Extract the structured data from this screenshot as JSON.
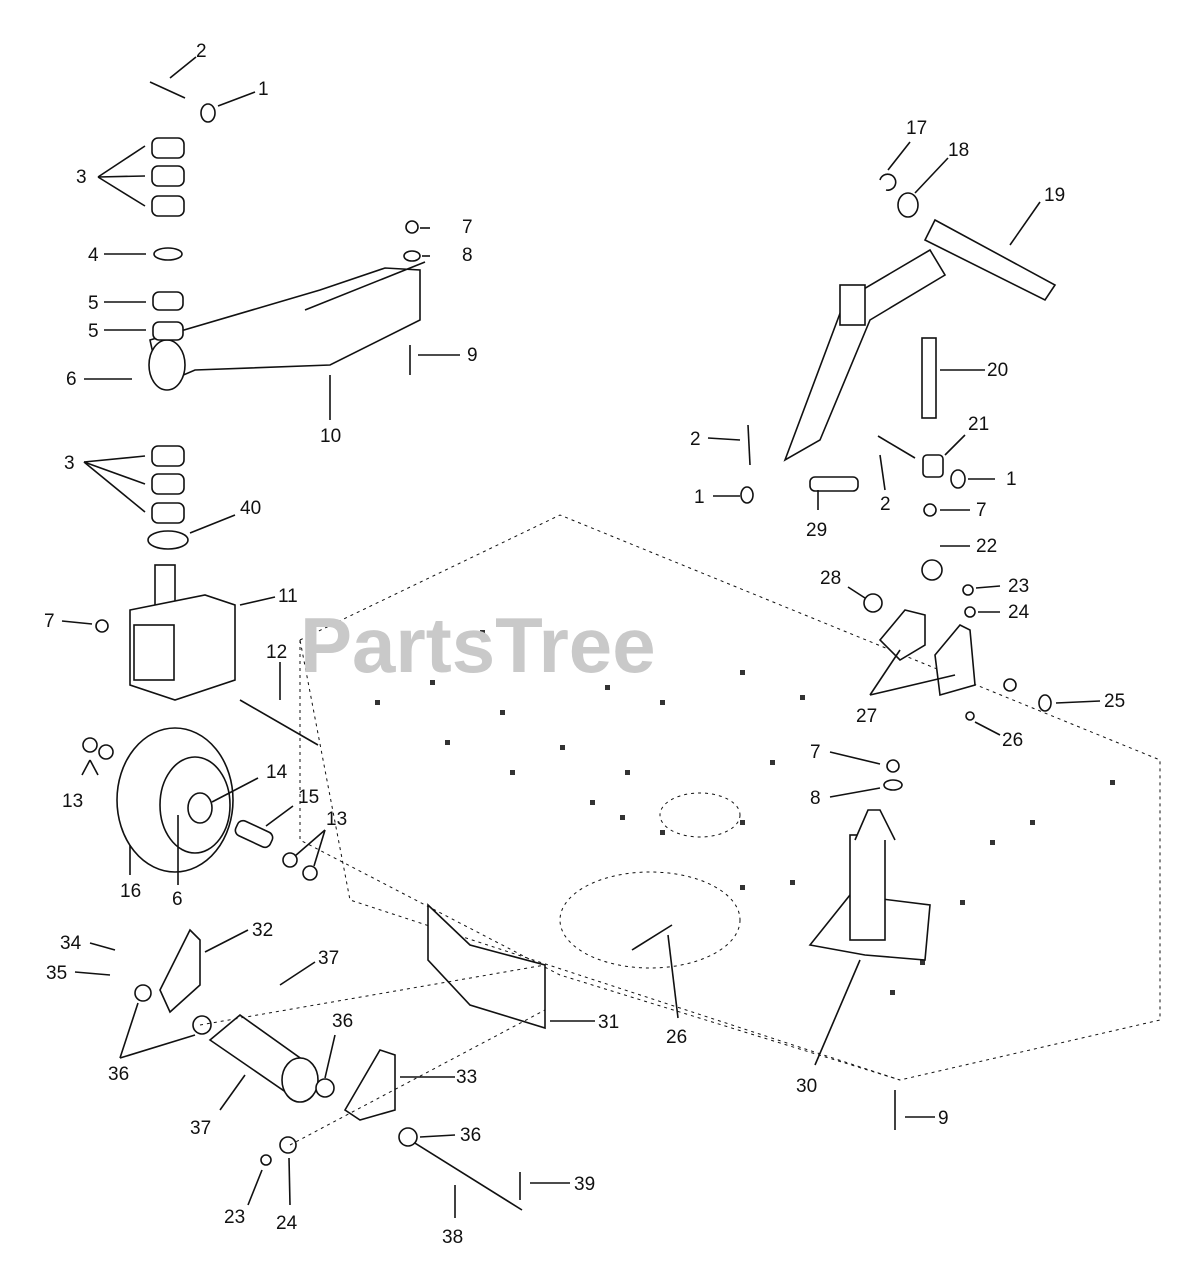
{
  "watermark": "PartsTree",
  "labels": {
    "l1a": "1",
    "l1b": "1",
    "l1c": "1",
    "l2a": "2",
    "l2b": "2",
    "l2c": "2",
    "l3a": "3",
    "l3b": "3",
    "l4": "4",
    "l5a": "5",
    "l5b": "5",
    "l6a": "6",
    "l6b": "6",
    "l7a": "7",
    "l7b": "7",
    "l7c": "7",
    "l7d": "7",
    "l8a": "8",
    "l8b": "8",
    "l9a": "9",
    "l9b": "9",
    "l10": "10",
    "l11": "11",
    "l12": "12",
    "l13a": "13",
    "l13b": "13",
    "l14": "14",
    "l15": "15",
    "l16": "16",
    "l17": "17",
    "l18": "18",
    "l19": "19",
    "l20": "20",
    "l21": "21",
    "l22": "22",
    "l23a": "23",
    "l23b": "23",
    "l24a": "24",
    "l24b": "24",
    "l25": "25",
    "l26a": "26",
    "l26b": "26",
    "l27": "27",
    "l28": "28",
    "l29": "29",
    "l30": "30",
    "l31": "31",
    "l32": "32",
    "l33": "33",
    "l34": "34",
    "l35": "35",
    "l36a": "36",
    "l36b": "36",
    "l36c": "36",
    "l37a": "37",
    "l37b": "37",
    "l38": "38",
    "l39": "39",
    "l40": "40"
  }
}
